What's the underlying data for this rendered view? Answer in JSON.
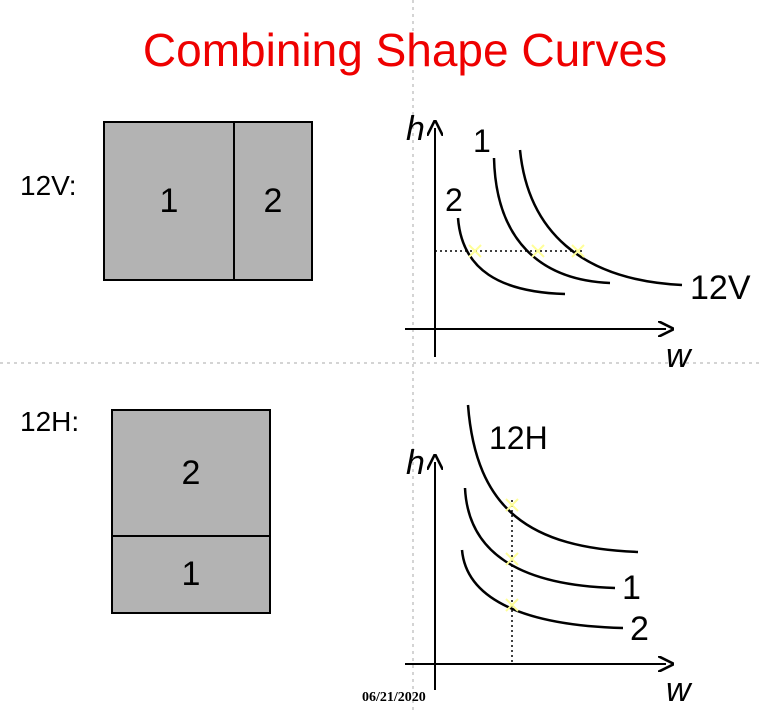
{
  "title": "Combining Shape Curves",
  "top": {
    "label": "12V:",
    "blocks": [
      "1",
      "2"
    ],
    "graph": {
      "y_axis": "h",
      "x_axis": "w",
      "curve_labels": [
        "1",
        "2",
        "12V"
      ]
    }
  },
  "bottom": {
    "label": "12H:",
    "blocks": [
      "2",
      "1"
    ],
    "graph": {
      "y_axis": "h",
      "x_axis": "w",
      "curve_labels": [
        "12H",
        "1",
        "2"
      ]
    }
  },
  "footer_date": "06/21/2020",
  "colors": {
    "title": "#ee0000",
    "block_fill": "#b3b3b3",
    "marker": "#ffff99"
  }
}
